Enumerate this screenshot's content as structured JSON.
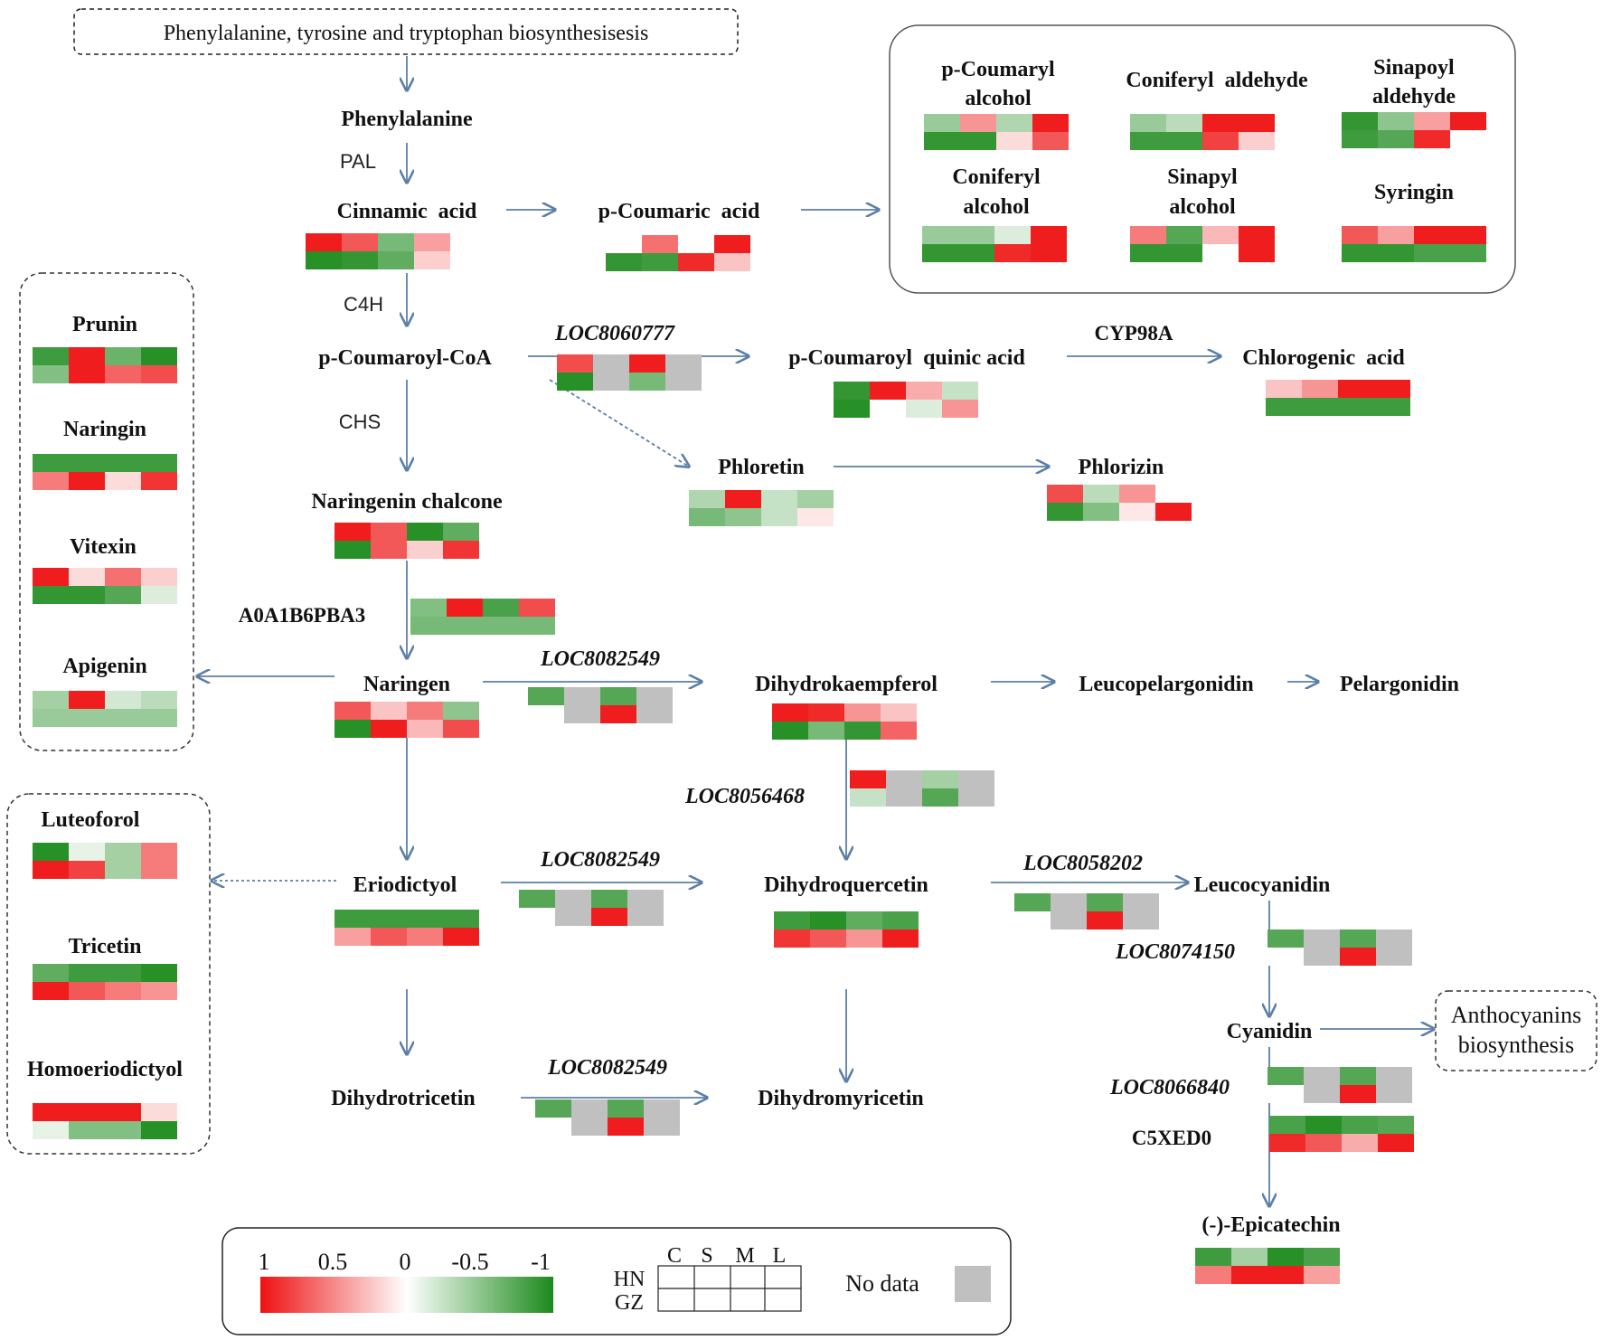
{
  "colors": {
    "arrow": "#5b7fa6",
    "no_data": "#c0c0c0",
    "scale_positive": "#ee1111",
    "scale_negative": "#1c8a1c",
    "scale_zero": "#ffffff"
  },
  "nodes": [
    {
      "id": "n-start",
      "label": "Phenylalanine, tyrosine and tryptophan biosynthesisesis"
    },
    {
      "id": "n-phe",
      "label": "Phenylalanine"
    },
    {
      "id": "n-cin",
      "label": "Cinnamic  acid"
    },
    {
      "id": "n-pcou",
      "label": "p-Coumaric  acid"
    },
    {
      "id": "n-pcoa",
      "label": "p-Coumaroyl-CoA"
    },
    {
      "id": "n-pcqa",
      "label": "p-Coumaroyl  quinic acid"
    },
    {
      "id": "n-chl",
      "label": "Chlorogenic  acid"
    },
    {
      "id": "n-phlt",
      "label": "Phloretin"
    },
    {
      "id": "n-phlz",
      "label": "Phlorizin"
    },
    {
      "id": "n-nch",
      "label": "Naringenin chalcone"
    },
    {
      "id": "n-nar",
      "label": "Naringen"
    },
    {
      "id": "n-dhk",
      "label": "Dihydrokaempferol"
    },
    {
      "id": "n-leup",
      "label": "Leucopelargonidin"
    },
    {
      "id": "n-pel",
      "label": "Pelargonidin"
    },
    {
      "id": "n-eri",
      "label": "Eriodictyol"
    },
    {
      "id": "n-dhq",
      "label": "Dihydroquercetin"
    },
    {
      "id": "n-leuc",
      "label": "Leucocyanidin"
    },
    {
      "id": "n-cya",
      "label": "Cyanidin"
    },
    {
      "id": "n-antho",
      "label": "Anthocyanins biosynthesis"
    },
    {
      "id": "n-epi",
      "label": "(-)-Epicatechin"
    },
    {
      "id": "n-dht",
      "label": "Dihydrotricetin"
    },
    {
      "id": "n-dhm",
      "label": "Dihydromyricetin"
    },
    {
      "id": "n-pcal",
      "label": "p-Coumaryl alcohol"
    },
    {
      "id": "n-conald",
      "label": "Coniferyl  aldehyde"
    },
    {
      "id": "n-sinald",
      "label": "Sinapoyl aldehyde"
    },
    {
      "id": "n-conalc",
      "label": "Coniferyl alcohol"
    },
    {
      "id": "n-sinalc",
      "label": "Sinapyl alcohol"
    },
    {
      "id": "n-syr",
      "label": "Syringin"
    },
    {
      "id": "n-pru",
      "label": "Prunin"
    },
    {
      "id": "n-narg",
      "label": "Naringin"
    },
    {
      "id": "n-vit",
      "label": "Vitexin"
    },
    {
      "id": "n-api",
      "label": "Apigenin"
    },
    {
      "id": "n-lut",
      "label": "Luteoforol"
    },
    {
      "id": "n-tri",
      "label": "Tricetin"
    },
    {
      "id": "n-hom",
      "label": "Homoeriodictyol"
    }
  ],
  "enzymes": [
    {
      "id": "e-pal",
      "label": "PAL"
    },
    {
      "id": "e-c4h",
      "label": "C4H"
    },
    {
      "id": "e-chs",
      "label": "CHS"
    },
    {
      "id": "e-a0a",
      "label": "A0A1B6PBA3"
    },
    {
      "id": "e-cyp",
      "label": "CYP98A"
    },
    {
      "id": "e-c5x",
      "label": "C5XED0"
    }
  ],
  "genes": [
    {
      "id": "g-777",
      "label": "LOC8060777"
    },
    {
      "id": "g-549a",
      "label": "LOC8082549"
    },
    {
      "id": "g-468",
      "label": "LOC8056468"
    },
    {
      "id": "g-549b",
      "label": "LOC8082549"
    },
    {
      "id": "g-202",
      "label": "LOC8058202"
    },
    {
      "id": "g-150",
      "label": "LOC8074150"
    },
    {
      "id": "g-840",
      "label": "LOC8066840"
    },
    {
      "id": "g-549c",
      "label": "LOC8082549"
    }
  ],
  "heatmaps": [
    {
      "id": "h-cin",
      "cells": [
        [
          0.95,
          0.7,
          -0.6,
          0.4
        ],
        [
          -0.95,
          -0.9,
          -0.7,
          0.2
        ]
      ]
    },
    {
      "id": "h-pcou",
      "cells": [
        [
          0.0,
          0.6,
          0.0,
          0.95
        ],
        [
          -0.9,
          -0.85,
          0.9,
          0.25
        ]
      ]
    },
    {
      "id": "h-pcal",
      "cells": [
        [
          -0.45,
          0.45,
          -0.35,
          0.95
        ],
        [
          -0.9,
          -0.9,
          0.15,
          0.7
        ]
      ]
    },
    {
      "id": "h-conald",
      "cells": [
        [
          -0.45,
          -0.3,
          0.95,
          0.95
        ],
        [
          -0.85,
          -0.85,
          0.8,
          0.2
        ]
      ]
    },
    {
      "id": "h-sinald",
      "cells": [
        [
          -0.9,
          -0.5,
          0.4,
          0.95
        ],
        [
          -0.85,
          -0.75,
          0.9,
          0.0
        ]
      ]
    },
    {
      "id": "h-conalc",
      "cells": [
        [
          -0.45,
          -0.45,
          -0.15,
          0.95
        ],
        [
          -0.9,
          -0.9,
          0.9,
          0.95
        ]
      ]
    },
    {
      "id": "h-sinalc",
      "cells": [
        [
          0.55,
          -0.75,
          0.3,
          0.95
        ],
        [
          -0.9,
          -0.9,
          0.0,
          0.95
        ]
      ]
    },
    {
      "id": "h-syr",
      "cells": [
        [
          0.7,
          0.4,
          0.95,
          0.95
        ],
        [
          -0.9,
          -0.9,
          -0.8,
          -0.8
        ]
      ]
    },
    {
      "id": "h-pcqa",
      "cells": [
        [
          -0.9,
          0.95,
          0.35,
          -0.25
        ],
        [
          -0.95,
          0.0,
          -0.15,
          0.45
        ]
      ]
    },
    {
      "id": "h-chl",
      "cells": [
        [
          0.25,
          0.45,
          0.95,
          0.95
        ],
        [
          -0.85,
          -0.85,
          -0.85,
          -0.85
        ]
      ]
    },
    {
      "id": "h-phlt",
      "cells": [
        [
          -0.35,
          0.95,
          -0.25,
          -0.4
        ],
        [
          -0.6,
          -0.5,
          -0.25,
          0.1
        ]
      ]
    },
    {
      "id": "h-phlz",
      "cells": [
        [
          0.75,
          -0.3,
          0.45,
          0.0
        ],
        [
          -0.9,
          -0.55,
          0.1,
          0.95
        ]
      ]
    },
    {
      "id": "h-nch",
      "cells": [
        [
          0.95,
          0.7,
          -0.95,
          -0.7
        ],
        [
          -0.95,
          0.7,
          0.2,
          0.85
        ]
      ]
    },
    {
      "id": "h-a0a",
      "cells": [
        [
          -0.55,
          0.95,
          -0.8,
          0.75
        ],
        [
          -0.6,
          -0.6,
          -0.6,
          -0.6
        ]
      ]
    },
    {
      "id": "h-nar",
      "cells": [
        [
          0.7,
          0.25,
          0.55,
          -0.5
        ],
        [
          -0.95,
          0.95,
          0.3,
          0.75
        ]
      ]
    },
    {
      "id": "h-dhk",
      "cells": [
        [
          0.95,
          0.9,
          0.45,
          0.25
        ],
        [
          -0.95,
          -0.6,
          -0.9,
          0.65
        ]
      ]
    },
    {
      "id": "h-eri",
      "cells": [
        [
          -0.85,
          -0.85,
          -0.85,
          -0.85
        ],
        [
          0.4,
          0.7,
          0.55,
          0.95
        ]
      ]
    },
    {
      "id": "h-dhq",
      "cells": [
        [
          -0.85,
          -0.95,
          -0.7,
          -0.8
        ],
        [
          0.85,
          0.7,
          0.45,
          0.95
        ]
      ]
    },
    {
      "id": "h-epi",
      "cells": [
        [
          -0.85,
          -0.4,
          -0.95,
          -0.8
        ],
        [
          0.55,
          0.95,
          0.95,
          0.4
        ]
      ]
    },
    {
      "id": "h-c5x",
      "cells": [
        [
          -0.8,
          -0.95,
          -0.8,
          -0.75
        ],
        [
          0.9,
          0.7,
          0.35,
          0.95
        ]
      ]
    },
    {
      "id": "h-pru",
      "cells": [
        [
          -0.85,
          0.95,
          -0.65,
          -0.95
        ],
        [
          -0.55,
          0.95,
          0.65,
          0.75
        ]
      ]
    },
    {
      "id": "h-narg",
      "cells": [
        [
          -0.85,
          -0.85,
          -0.85,
          -0.85
        ],
        [
          0.55,
          0.95,
          0.15,
          0.85
        ]
      ]
    },
    {
      "id": "h-vit",
      "cells": [
        [
          0.95,
          0.15,
          0.6,
          0.2
        ],
        [
          -0.9,
          -0.9,
          -0.75,
          -0.15
        ]
      ]
    },
    {
      "id": "h-api",
      "cells": [
        [
          -0.4,
          0.95,
          -0.2,
          -0.3
        ],
        [
          -0.45,
          -0.45,
          -0.45,
          -0.45
        ]
      ]
    },
    {
      "id": "h-lut",
      "cells": [
        [
          -0.95,
          -0.1,
          -0.4,
          0.55
        ],
        [
          0.95,
          0.8,
          -0.4,
          0.55
        ]
      ]
    },
    {
      "id": "h-tri",
      "cells": [
        [
          -0.7,
          -0.85,
          -0.85,
          -0.95
        ],
        [
          0.95,
          0.7,
          0.55,
          0.45
        ]
      ]
    },
    {
      "id": "h-hom",
      "cells": [
        [
          0.95,
          0.95,
          0.95,
          0.15
        ],
        [
          -0.1,
          -0.55,
          -0.55,
          -0.95
        ]
      ]
    },
    {
      "id": "h-g777",
      "cells": [
        [
          0.75,
          "na",
          0.95,
          "na"
        ],
        [
          -0.95,
          "na",
          -0.6,
          "na"
        ]
      ]
    },
    {
      "id": "h-g549a",
      "cells": [
        [
          -0.75,
          "na",
          -0.75,
          "na"
        ],
        [
          0.0,
          "na",
          0.95,
          "na"
        ]
      ]
    },
    {
      "id": "h-g468",
      "cells": [
        [
          0.95,
          "na",
          -0.4,
          "na"
        ],
        [
          -0.25,
          "na",
          -0.75,
          "na"
        ]
      ]
    },
    {
      "id": "h-g549b",
      "cells": [
        [
          -0.75,
          "na",
          -0.75,
          "na"
        ],
        [
          0.0,
          "na",
          0.95,
          "na"
        ]
      ]
    },
    {
      "id": "h-g202",
      "cells": [
        [
          -0.75,
          "na",
          -0.75,
          "na"
        ],
        [
          0.0,
          "na",
          0.95,
          "na"
        ]
      ]
    },
    {
      "id": "h-g150",
      "cells": [
        [
          -0.75,
          "na",
          -0.75,
          "na"
        ],
        [
          0.0,
          "na",
          0.95,
          "na"
        ]
      ]
    },
    {
      "id": "h-g840",
      "cells": [
        [
          -0.75,
          "na",
          -0.75,
          "na"
        ],
        [
          0.0,
          "na",
          0.95,
          "na"
        ]
      ]
    },
    {
      "id": "h-g549c",
      "cells": [
        [
          -0.75,
          "na",
          -0.75,
          "na"
        ],
        [
          0.0,
          "na",
          0.95,
          "na"
        ]
      ]
    }
  ],
  "legend": {
    "scale_ticks": [
      "1",
      "0.5",
      "0",
      "-0.5",
      "-1"
    ],
    "scale_values": [
      1,
      0.5,
      0,
      -0.5,
      -1
    ],
    "columns": [
      "C",
      "S",
      "M",
      "L"
    ],
    "rows": [
      "HN",
      "GZ"
    ],
    "no_data_label": "No data"
  }
}
